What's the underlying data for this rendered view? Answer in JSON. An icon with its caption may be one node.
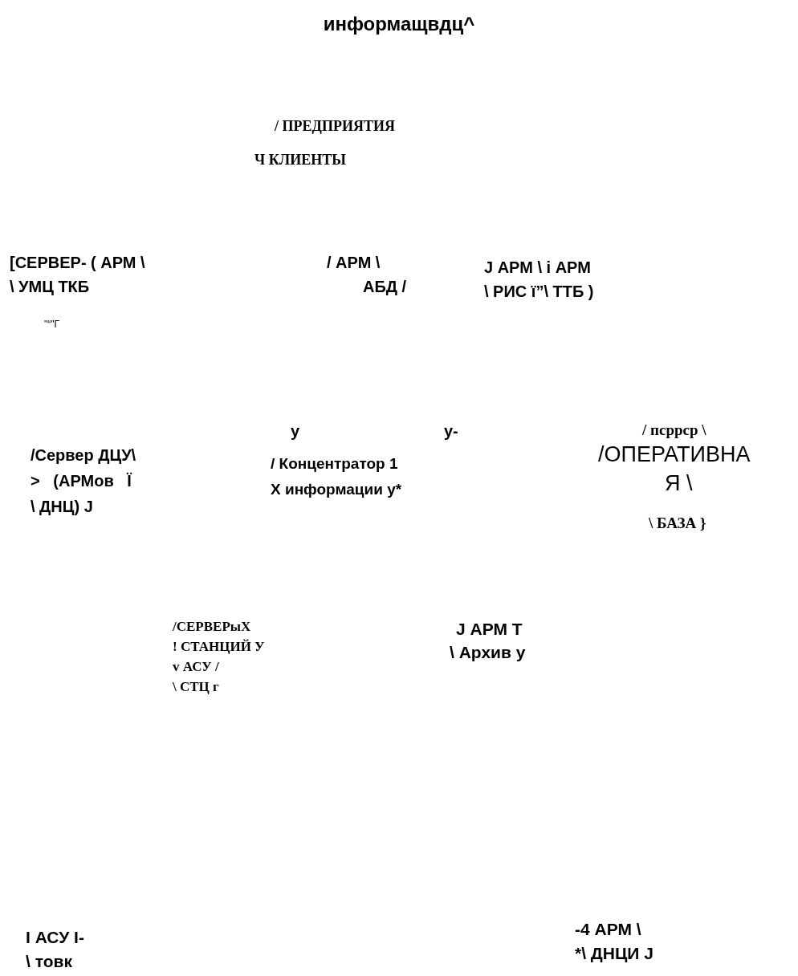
{
  "diagram": {
    "title": "информащвдц^",
    "labels": [
      "/ ПРЕДПРИЯТИЯ",
      "Ч КЛИЕНТЫ",
      "[СЕРВЕР- ( АРМ \\",
      "\\ УМЦ ТКБ",
      "/ АРМ \\",
      "АБД /",
      "J АРМ \\ i АРМ",
      "\\ РИС ï”\\ ТТБ )",
      "\"“\"Г",
      "у",
      "у-",
      "/ псррср \\",
      "/Сервер ДЦУ\\",
      ">   (АРМов   Ï",
      "\\ ДНЦ) J",
      "/ Концентратор 1",
      "Х информации у*",
      "/ОПЕРАТИВНА",
      "Я \\",
      "\\ БАЗА }",
      "/СЕРВЕРыХ",
      "! СТАНЦИЙ У",
      "v АСУ /",
      "\\ СТЦ г",
      "J АРМ Т",
      "\\ Архив у",
      "-4 АРМ \\",
      "*\\ ДНЦИ J",
      "I АСУ I-",
      "\\ товк"
    ]
  }
}
